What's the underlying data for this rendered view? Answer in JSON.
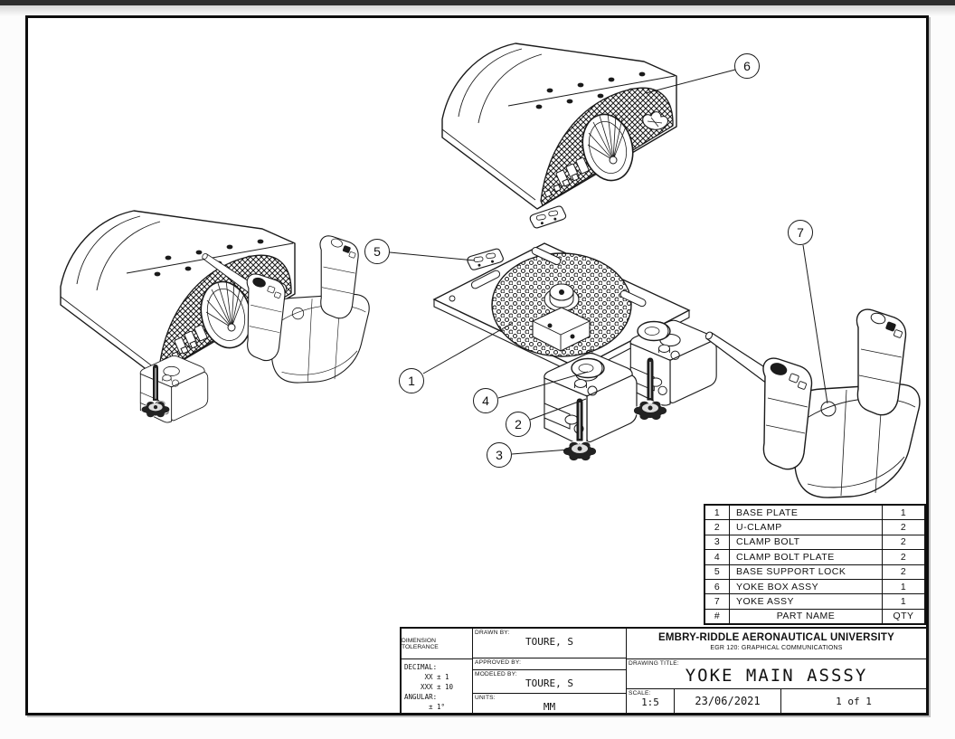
{
  "drawing": {
    "balloons": [
      {
        "label": "1"
      },
      {
        "label": "2"
      },
      {
        "label": "3"
      },
      {
        "label": "4"
      },
      {
        "label": "5"
      },
      {
        "label": "6"
      },
      {
        "label": "7"
      }
    ]
  },
  "parts_table": {
    "header": {
      "num": "#",
      "name": "PART NAME",
      "qty": "QTY"
    },
    "rows": [
      {
        "num": "1",
        "name": "BASE PLATE",
        "qty": "1"
      },
      {
        "num": "2",
        "name": "U-CLAMP",
        "qty": "2"
      },
      {
        "num": "3",
        "name": "CLAMP BOLT",
        "qty": "2"
      },
      {
        "num": "4",
        "name": "CLAMP BOLT PLATE",
        "qty": "2"
      },
      {
        "num": "5",
        "name": "BASE SUPPORT LOCK",
        "qty": "2"
      },
      {
        "num": "6",
        "name": "YOKE BOX ASSY",
        "qty": "1"
      },
      {
        "num": "7",
        "name": "YOKE ASSY",
        "qty": "1"
      }
    ]
  },
  "title_block": {
    "tolerance_title": "DIMENSION TOLERANCE",
    "decimal_label": "DECIMAL:",
    "decimal_xx": "XX ± 1",
    "decimal_xxx": "XXX ± 10",
    "angular_label": "ANGULAR:",
    "angular_value": "± 1°",
    "drawn_by_label": "DRAWN BY:",
    "drawn_by": "TOURE, S",
    "approved_by_label": "APPROVED BY:",
    "approved_by": "",
    "modeled_by_label": "MODELED BY:",
    "modeled_by": "TOURE, S",
    "units_label": "UNITS:",
    "units": "MM",
    "university": "EMBRY-RIDDLE AERONAUTICAL UNIVERSITY",
    "course": "EGR 120: GRAPHICAL COMMUNICATIONS",
    "drawing_title_label": "DRAWING TITLE:",
    "drawing_title": "YOKE MAIN ASSSY",
    "scale_label": "SCALE:",
    "scale": "1:5",
    "date": "23/06/2021",
    "sheet_count": "1 of 1"
  }
}
